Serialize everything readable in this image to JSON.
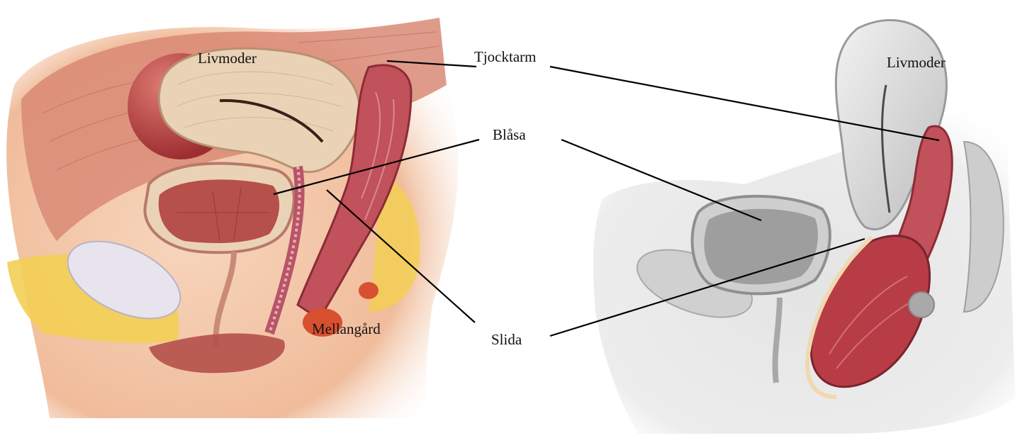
{
  "diagram": {
    "labels": {
      "livmoder_left": "Livmoder",
      "tjocktarm": "Tjocktarm",
      "blasa": "Blåsa",
      "slida": "Slida",
      "mellangard": "Mellangård",
      "livmoder_right": "Livmoder"
    },
    "panels": [
      {
        "name": "normal-anatomy-illustration",
        "style": "full-color"
      },
      {
        "name": "prolapse-anatomy-illustration",
        "style": "grayscale-with-red-highlight"
      }
    ],
    "colors": {
      "skin": "#f2c3a3",
      "muscle": "#c8695a",
      "organ_tan": "#ead2b6",
      "rectum_red": "#b83c45",
      "fat_yellow": "#f3cf55",
      "gray_organ": "#d6d6d6",
      "leader_line": "#000000"
    }
  }
}
